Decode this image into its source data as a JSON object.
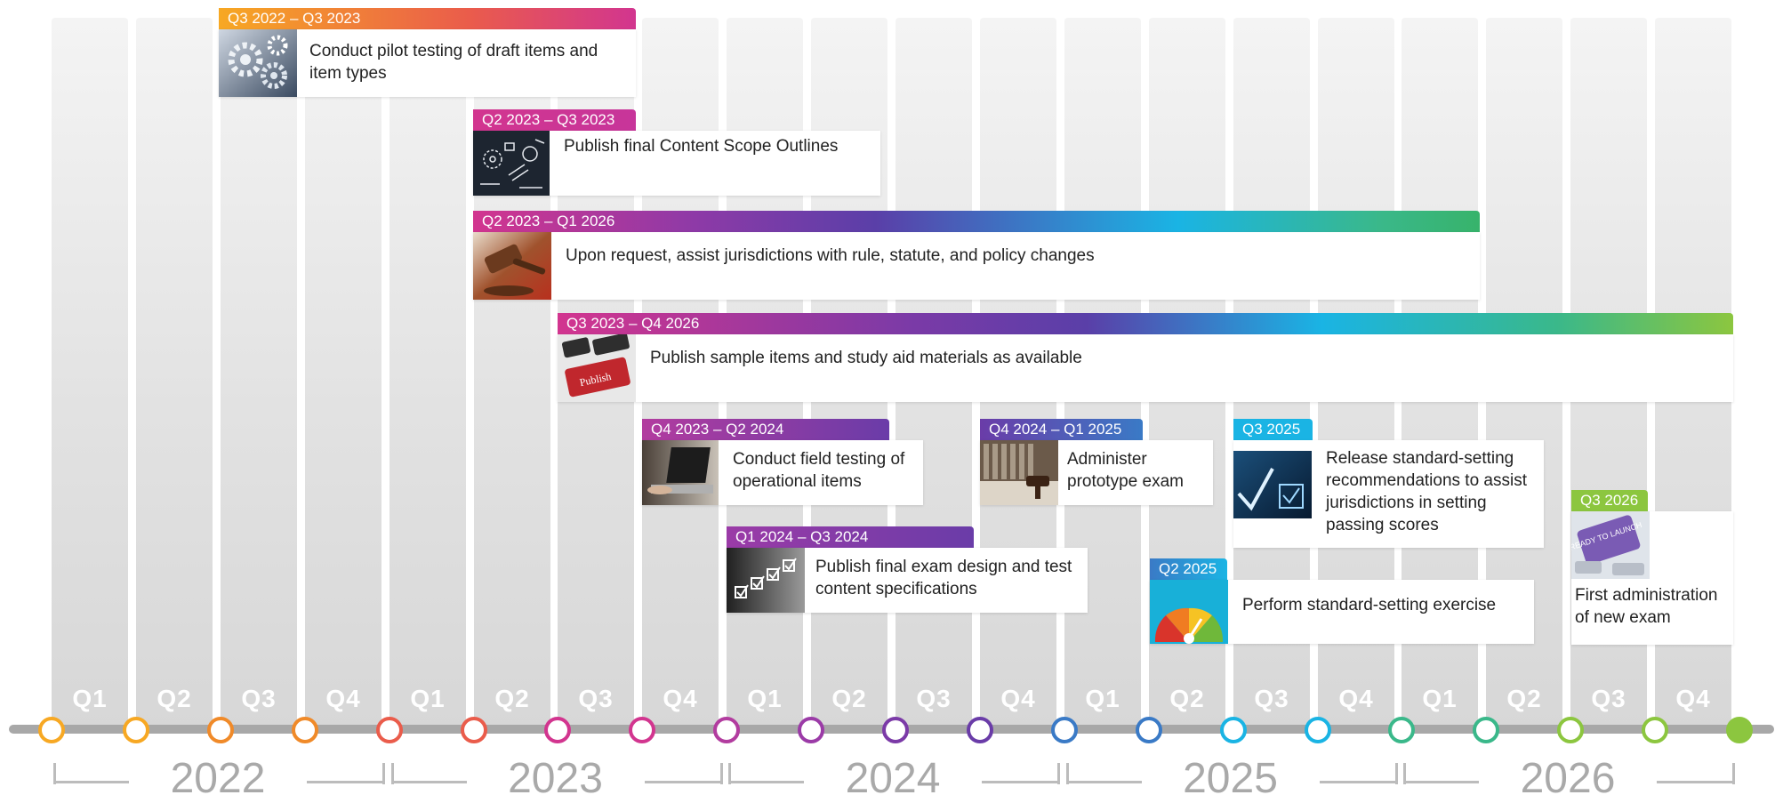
{
  "quarters": [
    "Q1",
    "Q2",
    "Q3",
    "Q4",
    "Q1",
    "Q2",
    "Q3",
    "Q4",
    "Q1",
    "Q2",
    "Q3",
    "Q4",
    "Q1",
    "Q2",
    "Q3",
    "Q4",
    "Q1",
    "Q2",
    "Q3",
    "Q4"
  ],
  "years": [
    "2022",
    "2023",
    "2024",
    "2025",
    "2026"
  ],
  "axis_colors": [
    "#f7a823",
    "#f7a823",
    "#f08a29",
    "#f08a29",
    "#ea5c4b",
    "#ea5c4b",
    "#d2358f",
    "#d2358f",
    "#b23c9f",
    "#9b3ba7",
    "#7b3aa7",
    "#6a3ca8",
    "#3a7ac6",
    "#3a7ac6",
    "#1ab4e4",
    "#1ab4e4",
    "#3ab88a",
    "#3ab88a",
    "#8cc63f",
    "#8cc63f",
    "#8cc63f"
  ],
  "tasks": [
    {
      "period": "Q3 2022 – Q3 2023",
      "text": "Conduct pilot testing of draft items and item types",
      "icon": "gears-image"
    },
    {
      "period": "Q2 2023 – Q3 2023",
      "text": "Publish final Content Scope Outlines",
      "icon": "blueprint-gears-image"
    },
    {
      "period": "Q2 2023 – Q1 2026",
      "text": "Upon request, assist jurisdictions with rule, statute, and policy changes",
      "icon": "gavel-image"
    },
    {
      "period": "Q3 2023 – Q4 2026",
      "text": "Publish sample items and study aid materials as available",
      "icon": "publish-key-image",
      "key_label": "Publish"
    },
    {
      "period": "Q4 2023 – Q2 2024",
      "text": "Conduct field testing of operational items",
      "icon": "laptop-image"
    },
    {
      "period": "Q4 2024 – Q1 2025",
      "text": "Administer prototype exam",
      "icon": "courtroom-gavel-image"
    },
    {
      "period": "Q3 2025",
      "text": "Release standard-setting recommendations to assist jurisdictions in setting passing scores",
      "icon": "checkbox-image"
    },
    {
      "period": "Q1 2024 – Q3 2024",
      "text": "Publish final exam design and test content specifications",
      "icon": "checklist-image"
    },
    {
      "period": "Q2 2025",
      "text": "Perform standard-setting exercise",
      "icon": "gauge-image"
    },
    {
      "period": "Q3 2026",
      "text": "First administration of new exam",
      "icon": "launch-key-image",
      "key_label": "READY TO LAUNCH"
    }
  ]
}
